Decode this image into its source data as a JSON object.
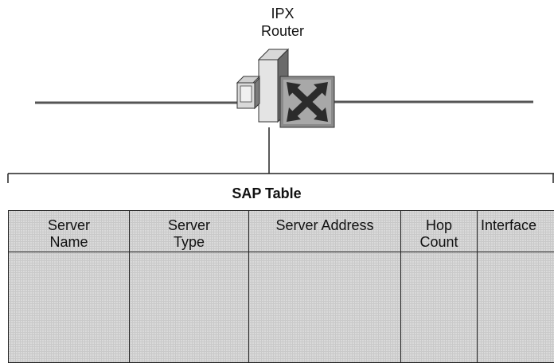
{
  "router": {
    "label_line1": "IPX",
    "label_line2": "Router"
  },
  "sap_table": {
    "title": "SAP Table",
    "columns": [
      "Server\nName",
      "Server\nType",
      "Server Address",
      "Hop\nCount",
      "Interface"
    ]
  },
  "icons": {
    "router": "router-icon",
    "computer": "computer-icon"
  },
  "colors": {
    "table_fill": "#c9c9c9",
    "router_icon_frame": "#8a8a8a",
    "router_icon_arrows": "#2b2b2b"
  }
}
